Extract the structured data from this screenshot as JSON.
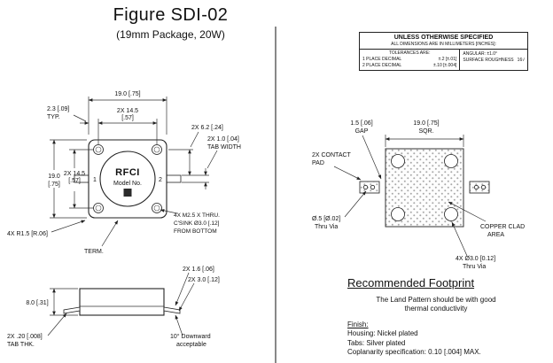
{
  "colors": {
    "ink": "#111111",
    "line": "#333333",
    "stipple": "#a8a8a8"
  },
  "title": {
    "main": "Figure SDI-02",
    "subtitle": "(19mm Package, 20W)"
  },
  "tolerance_block": {
    "header": "UNLESS OTHERWISE SPECIFIED",
    "subheader": "ALL DIMENSIONS ARE IN MILLIMETERS [INCHES]:",
    "tolerances_label": "TOLERANCES ARE:",
    "place1_label": "1 PLACE DECIMAL",
    "place1_value": "±.2  [±.01]",
    "place2_label": "2 PLACE DECIMAL",
    "place2_value": "±.10 [±.004]",
    "angular": "ANGULAR:  ±1.0°",
    "surface_label": "SURFACE ROUGHNESS",
    "surface_value": "16√"
  },
  "package_top_view": {
    "logo": "RFCI",
    "model_no": "Model No.",
    "pin1": "1",
    "pin2": "2",
    "dim_width": "19.0 [.75]",
    "dim_hole_span_h1": "2X 14.5",
    "dim_hole_span_h2": "[.57]",
    "dim_edge_hole1": "2.3 [.09]",
    "dim_edge_hole2": "TYP.",
    "dim_tab_offset": "2X 6.2 [.24]",
    "dim_tab_width1": "2X 1.0 [.04]",
    "dim_tab_width2": "TAB WIDTH",
    "dim_height1": "19.0",
    "dim_height2": "[.75]",
    "dim_hole_span_v1": "2X 14.5",
    "dim_hole_span_v2": "[.57]",
    "note_holes1": "4X M2.5 X THRU.",
    "note_holes2": "C'SINK Ø3.0 [.12]",
    "note_holes3": "FROM BOTTOM",
    "note_corner_radius": "4X R1.5 [R.06]",
    "note_terminal": "TERM."
  },
  "package_side_view": {
    "dim_body_height": "8.0 [.31]",
    "dim_tab_length": "2X 1.6 [.06]",
    "dim_tab_extent": "2X 3.0 [.12]",
    "dim_tab_thickness1": "2X .20 [.008]",
    "dim_tab_thickness2": "TAB THK.",
    "note_angle1": "10° Downward",
    "note_angle2": "acceptable"
  },
  "footprint_view": {
    "dim_gap1": "1.5 [.06]",
    "dim_gap2": "GAP",
    "dim_square1": "19.0 [.75]",
    "dim_square2": "SQR.",
    "note_contact_pad1": "2X CONTACT",
    "note_contact_pad2": "PAD",
    "note_small_via1": "Ø.5 [Ø.02]",
    "note_small_via2": "Thru Via",
    "note_copper1": "COPPER CLAD",
    "note_copper2": "AREA",
    "note_large_via1": "4X Ø3.0 [0.12]",
    "note_large_via2": "Thru Via"
  },
  "footprint_text": {
    "heading": "Recommended Footprint",
    "body1": "The Land Pattern should be with good",
    "body2": "thermal conductivity",
    "finish_label": "Finish:",
    "housing": "Housing: Nickel plated",
    "tabs": "Tabs: Silver plated",
    "coplanarity": "Coplanarity specification: 0.10 [.004] MAX."
  }
}
